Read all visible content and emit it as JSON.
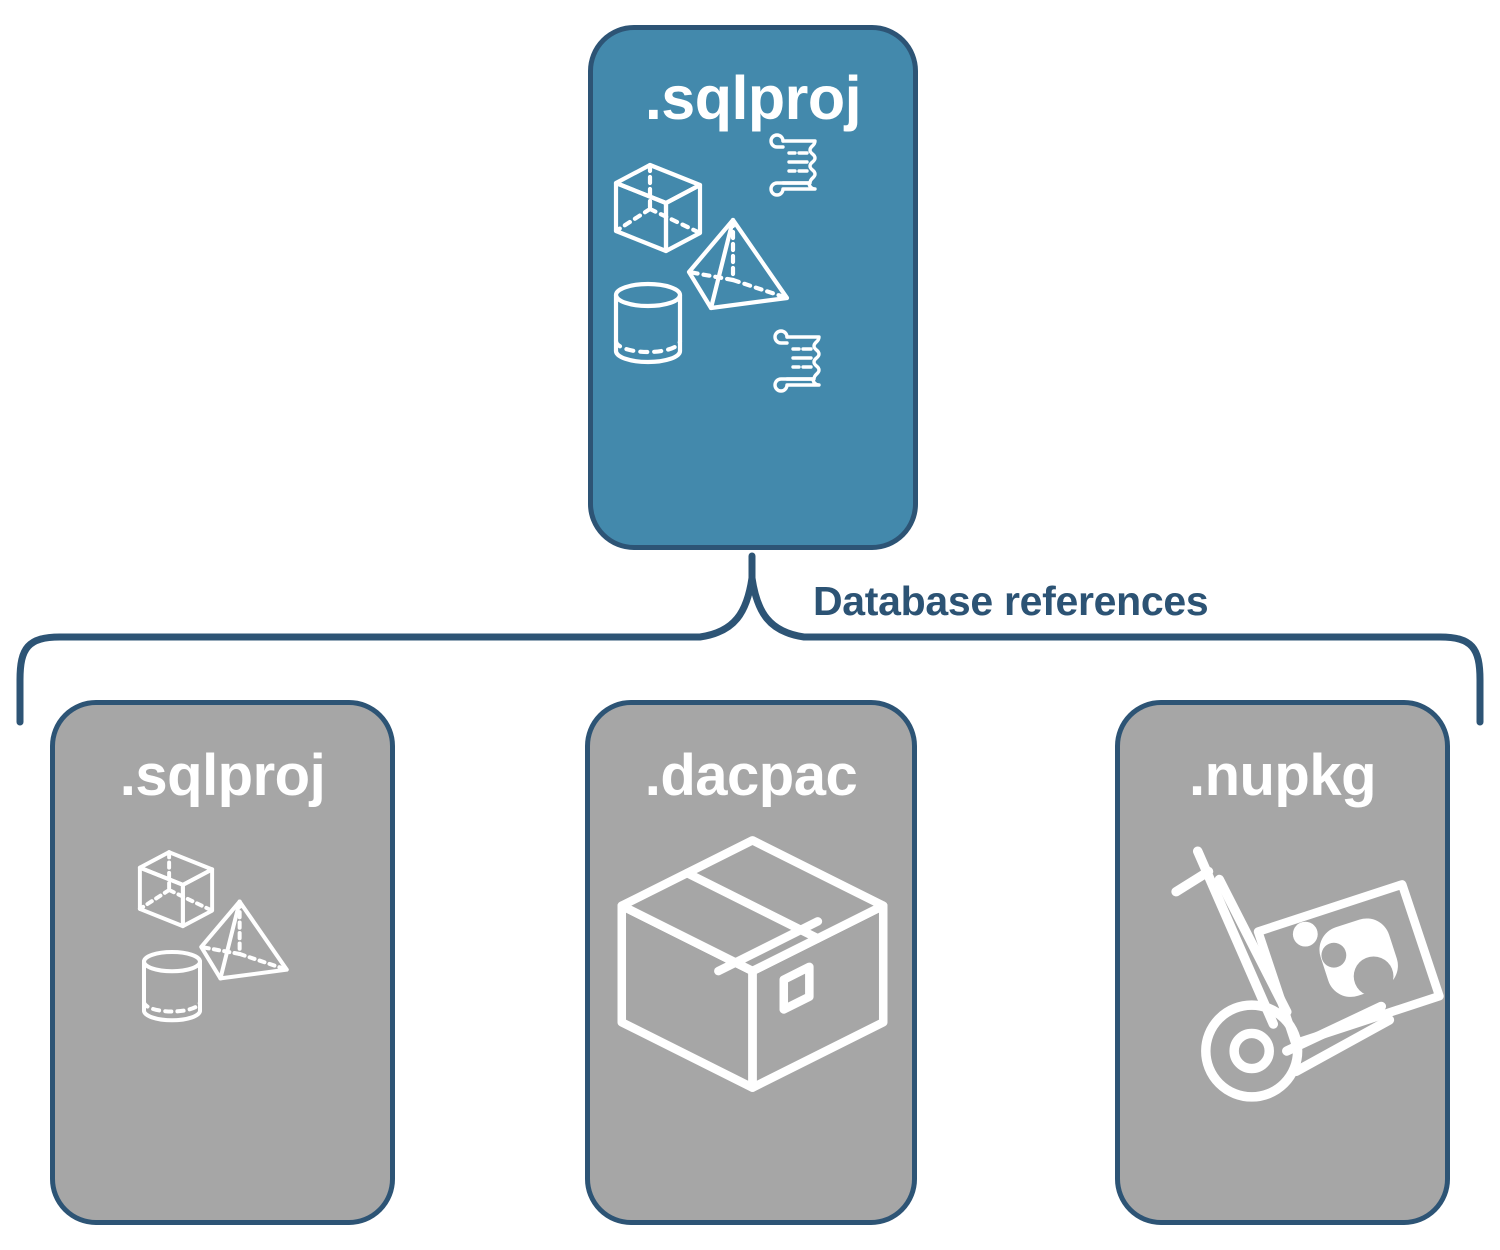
{
  "diagram": {
    "title_text": "Database references",
    "colors": {
      "root_fill": "#4389ac",
      "leaf_fill": "#a6a6a6",
      "stroke": "#2d5475",
      "label_text": "#2c5374",
      "icon_stroke": "#ffffff",
      "background": "#ffffff"
    },
    "root": {
      "label": ".sqlproj",
      "icons": [
        "cube-icon",
        "pyramid-icon",
        "cylinder-icon",
        "scroll-icon",
        "scroll-icon"
      ]
    },
    "connector": {
      "label": "Database references",
      "style": "curly-brace",
      "branches": 3
    },
    "leaves": [
      {
        "label": ".sqlproj",
        "icons": [
          "cube-icon",
          "pyramid-icon",
          "cylinder-icon"
        ]
      },
      {
        "label": ".dacpac",
        "icons": [
          "shipping-box-icon"
        ]
      },
      {
        "label": ".nupkg",
        "icons": [
          "hand-truck-icon",
          "nuget-package-icon"
        ]
      }
    ]
  }
}
